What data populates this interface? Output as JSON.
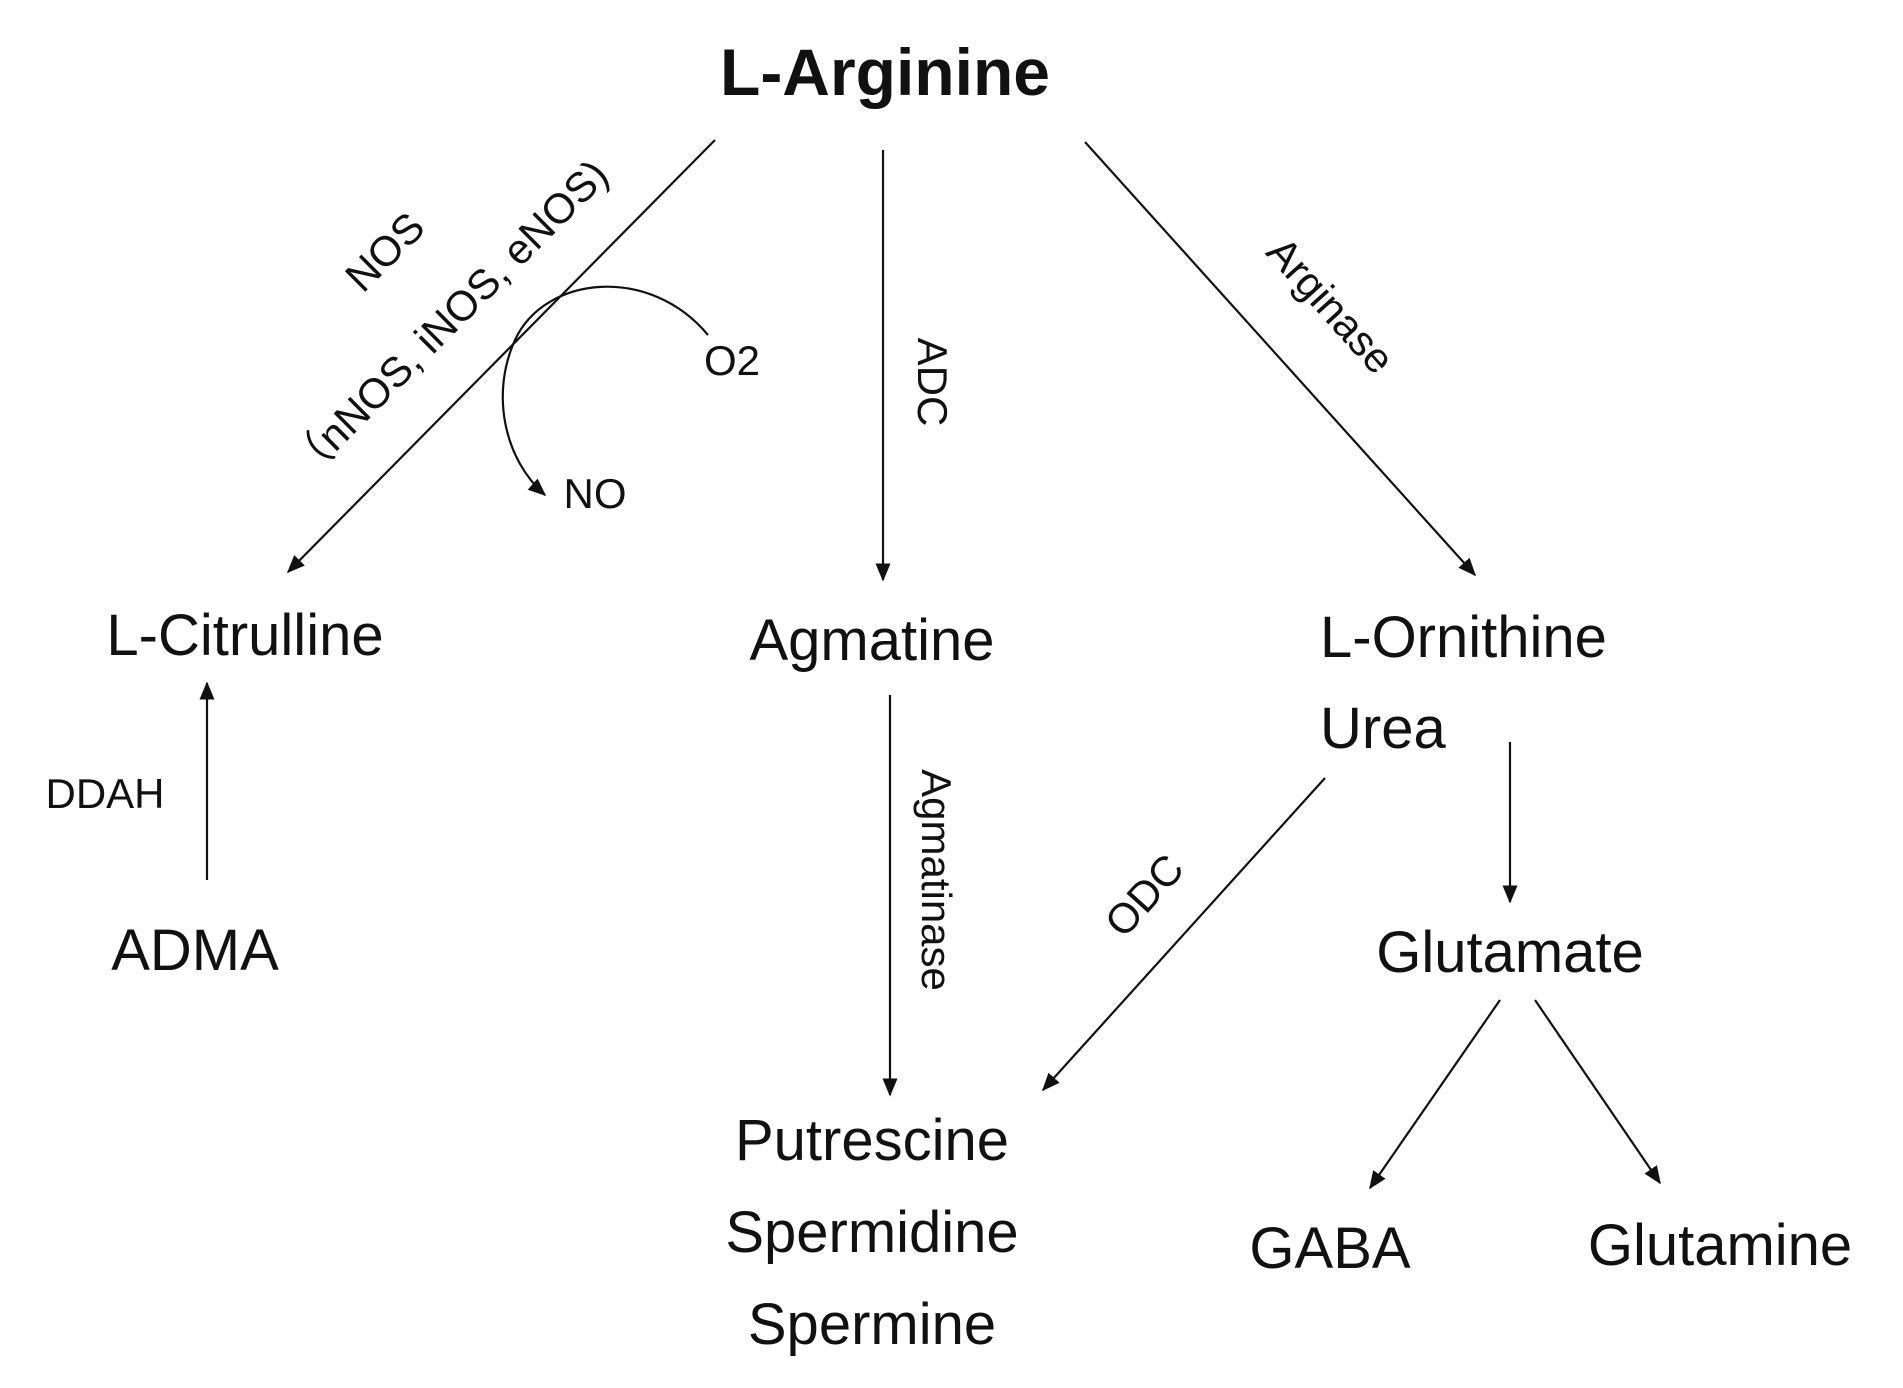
{
  "nodes": {
    "l_arginine": "L-Arginine",
    "l_citrulline": "L-Citrulline",
    "agmatine": "Agmatine",
    "l_ornithine": "L-Ornithine",
    "urea": "Urea",
    "adma": "ADMA",
    "glutamate": "Glutamate",
    "putrescine": "Putrescine",
    "spermidine": "Spermidine",
    "spermine": "Spermine",
    "gaba": "GABA",
    "glutamine": "Glutamine"
  },
  "enzymes": {
    "nos": "NOS",
    "nos_isoforms": "（nNOS, iNOS, eNOS)",
    "adc": "ADC",
    "arginase": "Arginase",
    "ddah": "DDAH",
    "agmatinase": "Agmatinase",
    "odc": "ODC"
  },
  "cofactors": {
    "o2": "O2",
    "no": "NO"
  },
  "colors": {
    "line": "#111111",
    "text": "#111111",
    "background": "#ffffff"
  }
}
